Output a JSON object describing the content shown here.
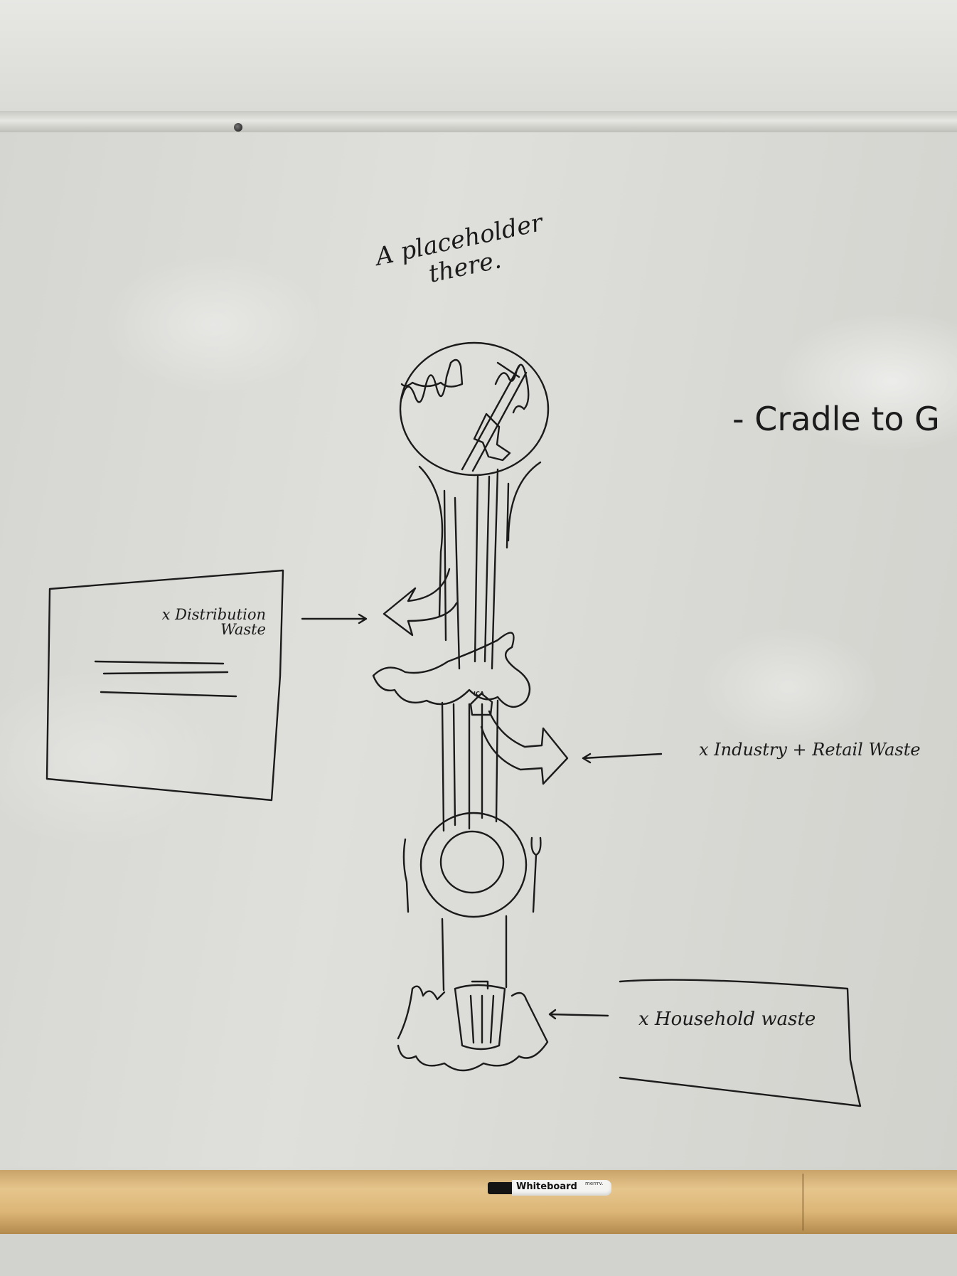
{
  "whiteboard": {
    "heading": "A placeholder there.",
    "side_note": "- Cradle to G",
    "labels": {
      "distribution": "x Distribution Waste",
      "industry": "x Industry + Retail Waste",
      "household": "x Household waste"
    },
    "store_sign": "ICA"
  },
  "marker": {
    "label": "Whiteboard",
    "brand": "merrrv."
  },
  "colors": {
    "ink": "#1b1b1b",
    "tray": "#dcb677",
    "board": "#dadad6"
  },
  "icons": [
    "earth-globe-icon",
    "curved-arrow-icon",
    "store-icon",
    "plate-icon",
    "fork-icon",
    "knife-icon",
    "trash-can-icon"
  ]
}
